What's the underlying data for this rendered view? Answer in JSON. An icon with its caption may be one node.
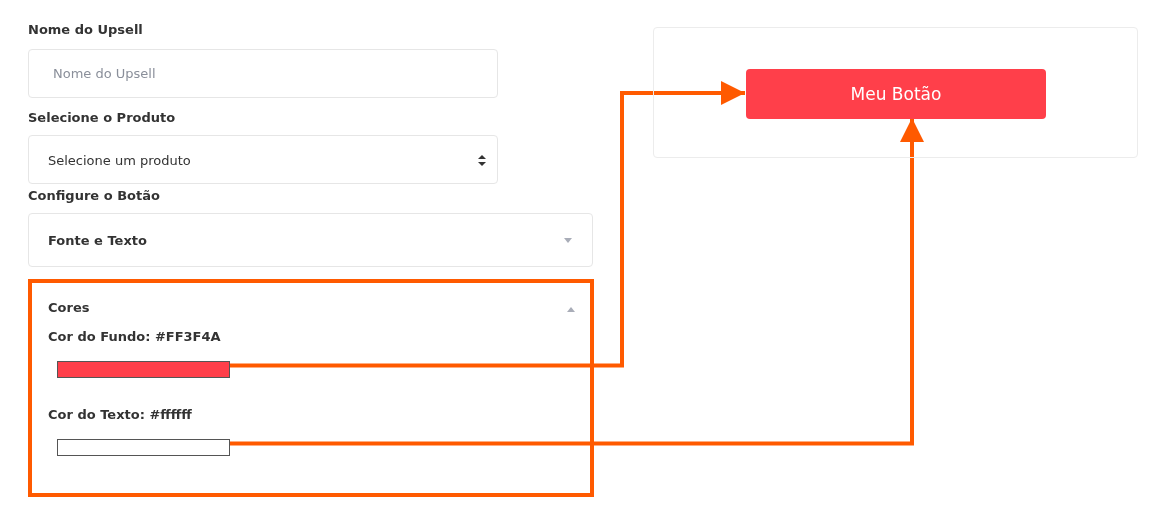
{
  "diagram": {
    "nodes": [
      {
        "text": [
          "Nome do Upsell"
        ]
      },
      {
        "text": [
          "Selecione um produto"
        ]
      },
      {
        "text": [
          "Fonte e Texto"
        ]
      },
      {
        "text": [
          "Cores",
          "Cor do Fundo: #FF3F4A",
          "Cor do Texto: #ffffff"
        ]
      },
      {
        "text": [],
        "shape": "bar",
        "in": 3
      },
      {
        "text": [],
        "shape": "bar",
        "in": 3
      },
      {
        "text": [],
        "shape": "box"
      },
      {
        "text": [
          "Meu Botão"
        ],
        "in": 6
      }
    ],
    "edges": [
      {
        "from": 4,
        "to": 7,
        "arrow": "to"
      },
      {
        "from": 5,
        "to": 7,
        "arrow": "to"
      }
    ],
    "labels": [
      "Nome do Upsell",
      "Selecione o Produto",
      "Configure o Botão"
    ]
  }
}
